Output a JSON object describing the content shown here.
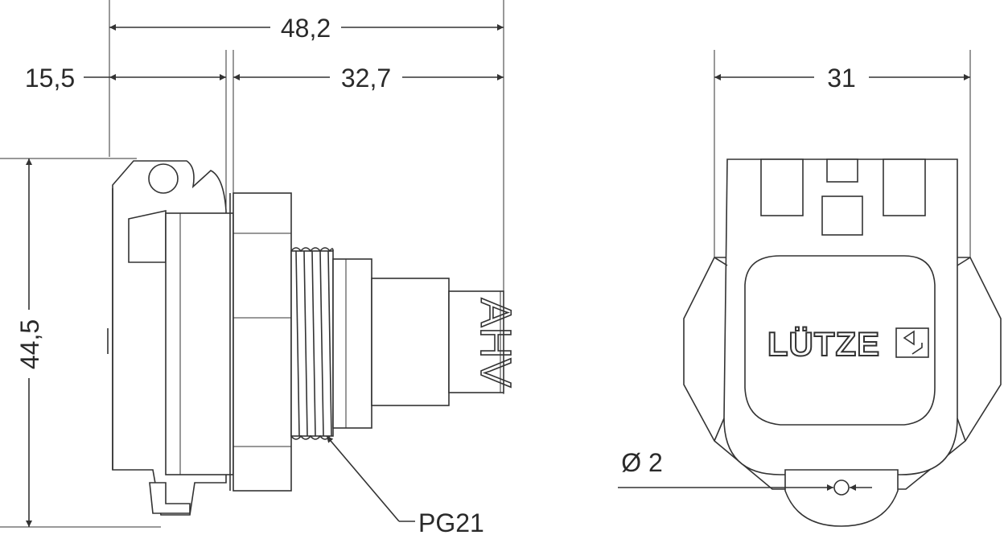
{
  "dimensions": {
    "overall_length": "48,2",
    "front_length": "15,5",
    "rear_length": "32,7",
    "height": "44,5",
    "width": "31",
    "hole_diameter": "Ø 2"
  },
  "labels": {
    "thread": "PG21",
    "logo": "LÜTZE",
    "side_marking": "AHV"
  }
}
